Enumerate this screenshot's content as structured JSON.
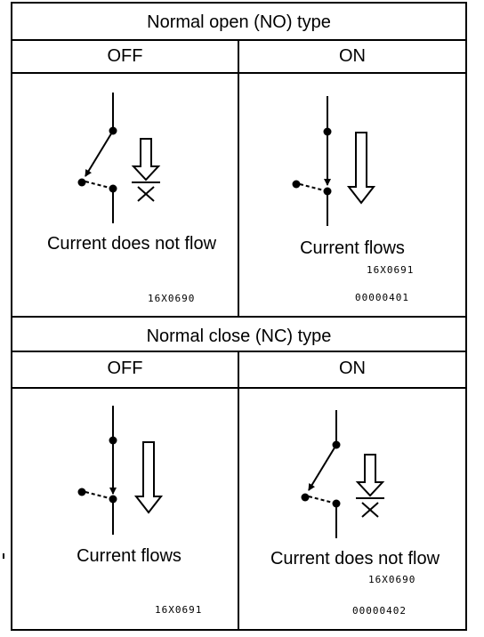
{
  "sections": [
    {
      "title": "Normal open (NO) type",
      "cells": [
        {
          "state": "OFF",
          "caption": "Current does not flow",
          "codes": [
            "16X0690"
          ]
        },
        {
          "state": "ON",
          "caption": "Current flows",
          "codes": [
            "16X0691",
            "00000401"
          ]
        }
      ]
    },
    {
      "title": "Normal close (NC) type",
      "cells": [
        {
          "state": "OFF",
          "caption": "Current flows",
          "codes": [
            "16X0691"
          ]
        },
        {
          "state": "ON",
          "caption": "Current does not flow",
          "codes": [
            "16X0690",
            "00000402"
          ]
        }
      ]
    }
  ]
}
